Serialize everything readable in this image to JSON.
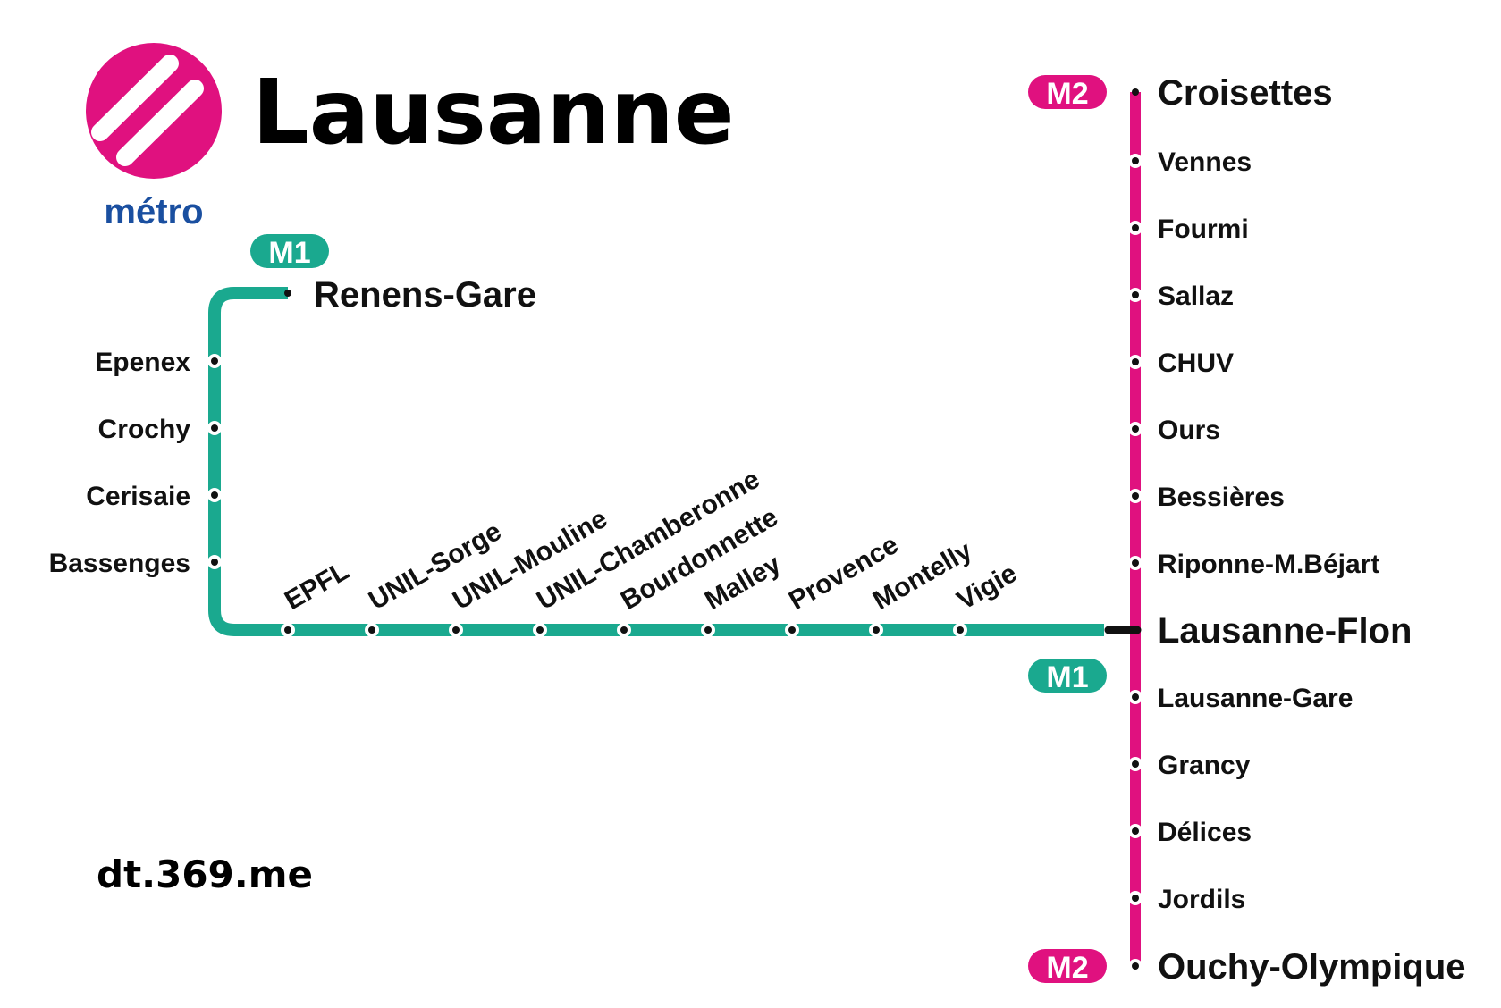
{
  "title": "Lausanne",
  "logo": {
    "icon": "metro-logo",
    "subtitle": "métro"
  },
  "website": "dt.369.me",
  "colors": {
    "m1": "#1aa98f",
    "m2": "#e0117f",
    "logo_text": "#1a4fa0",
    "station_dot": "#111111"
  },
  "lines": {
    "m1": {
      "badge": "M1",
      "stations": [
        "Renens-Gare",
        "Epenex",
        "Crochy",
        "Cerisaie",
        "Bassenges",
        "EPFL",
        "UNIL-Sorge",
        "UNIL-Mouline",
        "UNIL-Chamberonne",
        "Bourdonnette",
        "Malley",
        "Provence",
        "Montelly",
        "Vigie",
        "Lausanne-Flon"
      ]
    },
    "m2": {
      "badge": "M2",
      "stations": [
        "Croisettes",
        "Vennes",
        "Fourmi",
        "Sallaz",
        "CHUV",
        "Ours",
        "Bessières",
        "Riponne-M.Béjart",
        "Lausanne-Flon",
        "Lausanne-Gare",
        "Grancy",
        "Délices",
        "Jordils",
        "Ouchy-Olympique"
      ]
    }
  },
  "interchange": "Lausanne-Flon"
}
